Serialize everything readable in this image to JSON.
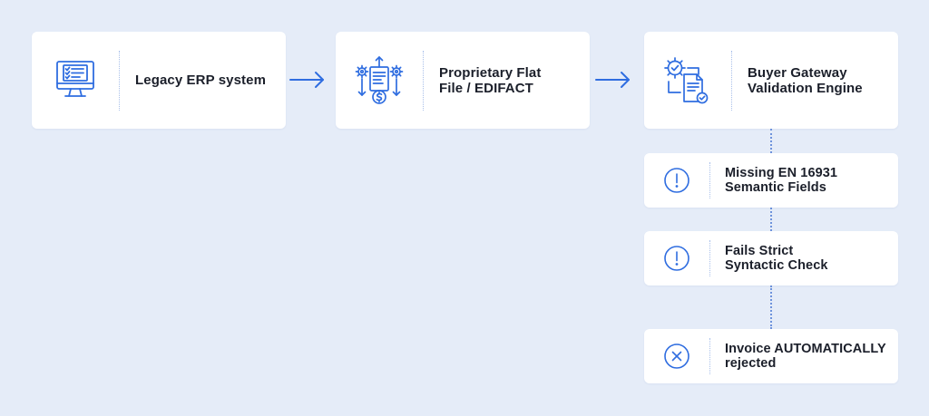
{
  "colors": {
    "background": "#e5ecf8",
    "card": "#ffffff",
    "accent": "#2f6de0",
    "text": "#1b1f2a"
  },
  "main_flow": [
    {
      "label": "Legacy ERP system",
      "icon": "monitor-checklist-icon"
    },
    {
      "label": "Proprietary Flat\nFile / EDIFACT",
      "icon": "document-gears-money-icon"
    },
    {
      "label": "Buyer Gateway\nValidation Engine",
      "icon": "gear-document-check-icon"
    }
  ],
  "validation_steps": [
    {
      "label": "Missing EN 16931\nSemantic Fields",
      "icon": "warning-circle-icon"
    },
    {
      "label": "Fails Strict\nSyntactic Check",
      "icon": "warning-circle-icon"
    },
    {
      "label": "Invoice AUTOMATICALLY\nrejected",
      "icon": "x-circle-icon"
    }
  ]
}
